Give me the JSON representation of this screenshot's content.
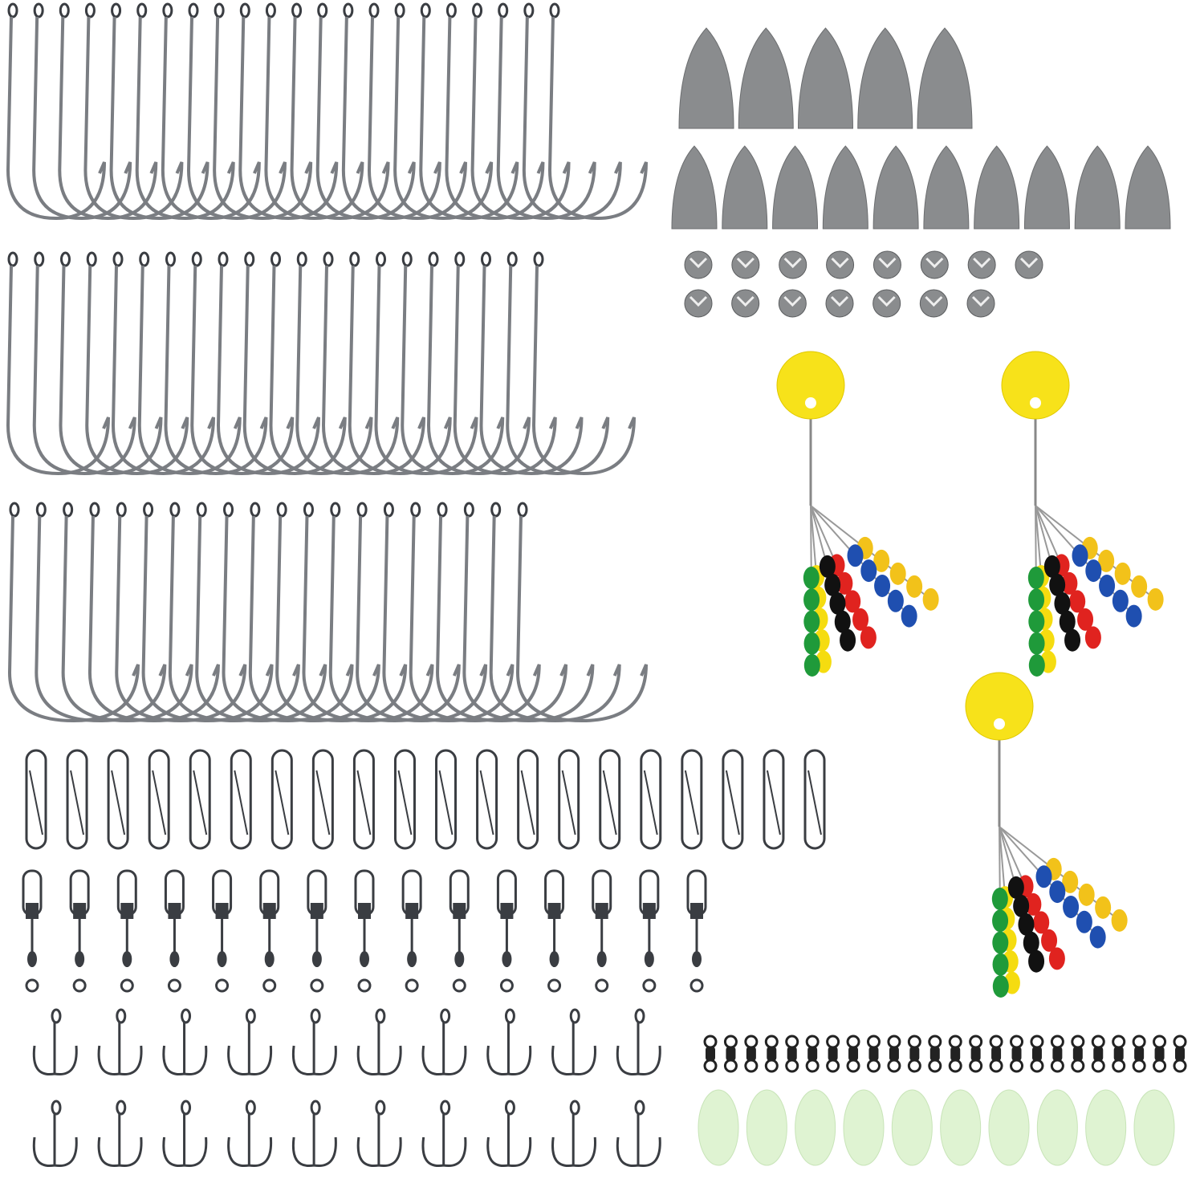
{
  "colors": {
    "background": "#ffffff",
    "metal_dark": "#3a3d42",
    "metal_mid": "#7a7d82",
    "lead": "#8a8c8e",
    "stopper_disc": "#f7e21a",
    "glow_bead": "#dff3d2",
    "bead_colors": [
      "#f2c21a",
      "#e0231f",
      "#f5dc10",
      "#1f9a3a",
      "#111111",
      "#1f4fb0"
    ]
  },
  "groups": {
    "hooks_row_1": {
      "count": 22
    },
    "hooks_row_2": {
      "count": 21
    },
    "hooks_row_3": {
      "count": 20
    },
    "bullet_weights_large": {
      "count": 5
    },
    "bullet_weights_small": {
      "count": 10
    },
    "split_shot_row_1": {
      "count": 8
    },
    "split_shot_row_2": {
      "count": 7
    },
    "bead_stoppers": {
      "count": 3
    },
    "snaps": {
      "count": 20
    },
    "snap_swivels": {
      "count": 15
    },
    "treble_hooks_row_1": {
      "count": 10
    },
    "treble_hooks_row_2": {
      "count": 10
    },
    "barrel_swivels": {
      "count": 24
    },
    "glow_beads": {
      "count": 10
    }
  }
}
